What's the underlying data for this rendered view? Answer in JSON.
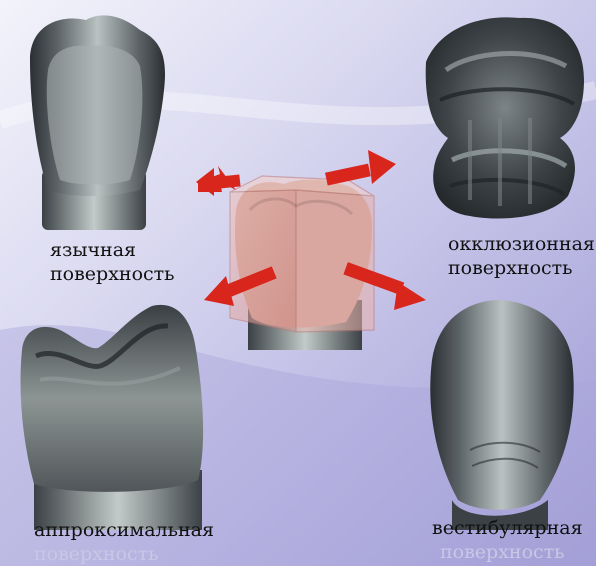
{
  "labels": {
    "lingual": {
      "line1": "язычная",
      "line2": "поверхность"
    },
    "occlusal": {
      "line1": "окклюзионная",
      "line2": "поверхность"
    },
    "approximal": {
      "line1": "аппроксимальная",
      "line2": "поверхность"
    },
    "vestibular": {
      "line1": "вестибулярная",
      "line2": "поверхность"
    }
  },
  "colors": {
    "background_light": "#e6e6f6",
    "background_dark": "#a7a3d8",
    "tooth_dark": "#2e3236",
    "tooth_light": "#c9d0cf",
    "arrow": "#d8261c",
    "cube": "#e7a6a0"
  }
}
